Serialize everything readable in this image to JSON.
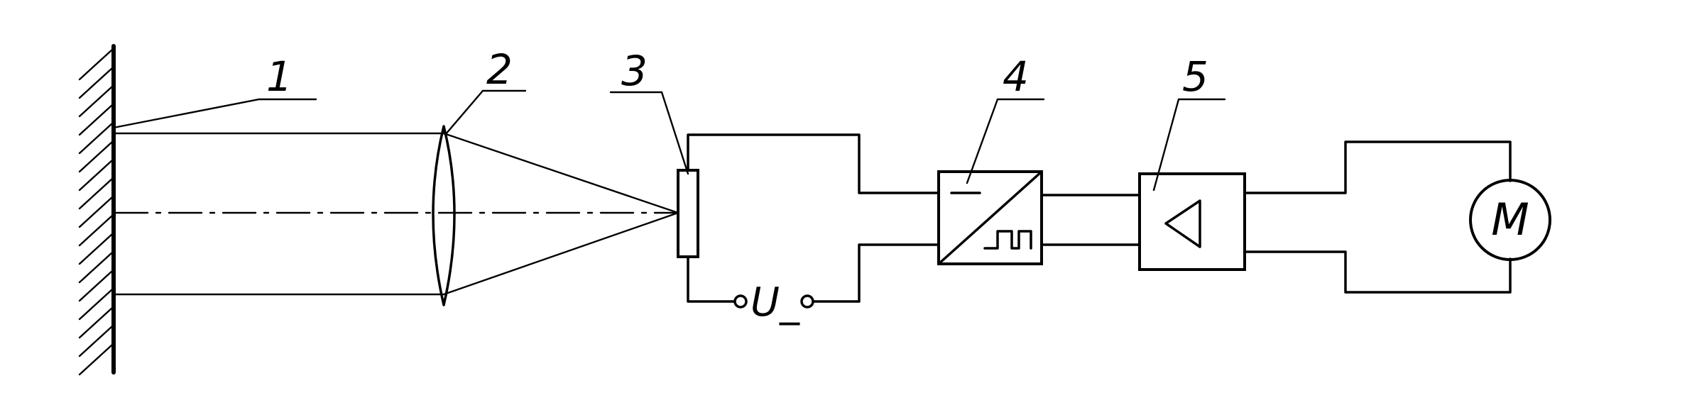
{
  "callouts": {
    "target": "1",
    "lens": "2",
    "photodetector": "3",
    "converter": "4",
    "amplifier": "5"
  },
  "motor": {
    "label": "M"
  },
  "supply": {
    "label": "U_"
  },
  "colors": {
    "ink": "#000000",
    "background": "#ffffff"
  }
}
